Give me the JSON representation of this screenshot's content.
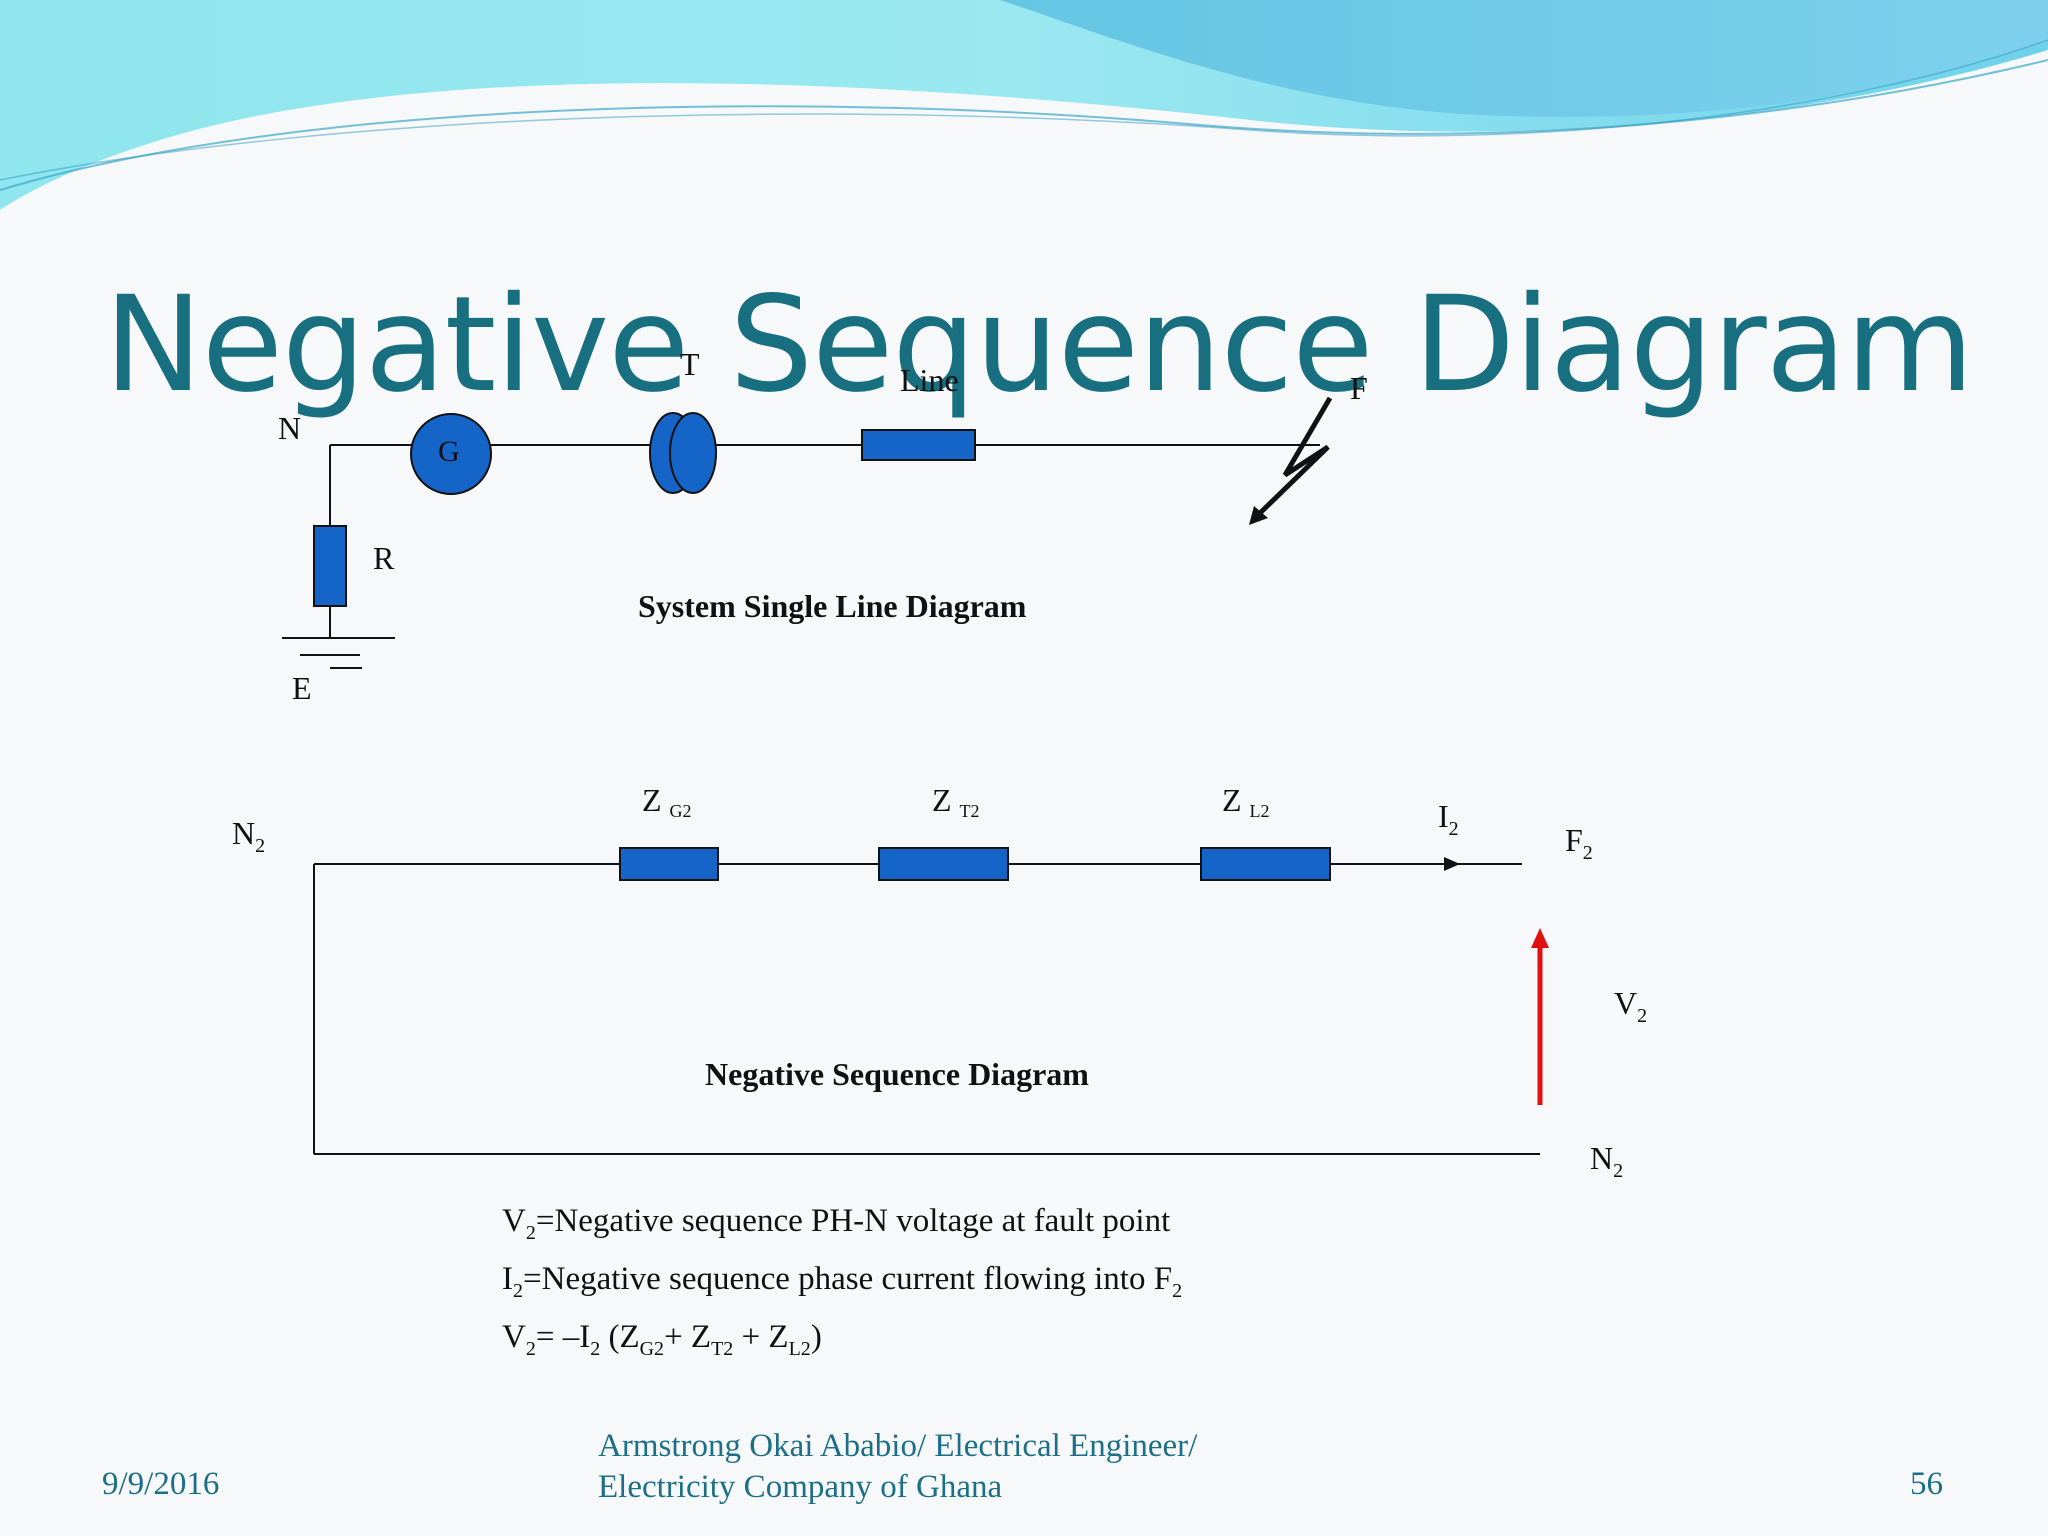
{
  "slide": {
    "title": "Negative Sequence Diagram",
    "date": "9/9/2016",
    "author_line1": "Armstrong Okai Ababio/  Electrical Engineer/",
    "author_line2": "Electricity Company of Ghana",
    "page_number": "56"
  },
  "single_line_diagram": {
    "caption": "System Single Line Diagram",
    "label_N": "N",
    "label_G": "G",
    "label_T": "T",
    "label_line": "Line",
    "label_F": "F",
    "label_R": "R",
    "label_E": "E"
  },
  "negative_sequence_diagram": {
    "caption": "Negative Sequence Diagram",
    "node_left": {
      "base": "N",
      "sub": "2"
    },
    "node_fault": {
      "base": "F",
      "sub": "2"
    },
    "node_bottom": {
      "base": "N",
      "sub": "2"
    },
    "current": {
      "base": "I",
      "sub": "2"
    },
    "voltage": {
      "base": "V",
      "sub": "2"
    },
    "impedances": [
      {
        "base": "Z",
        "sub": "G2"
      },
      {
        "base": "Z",
        "sub": "T2"
      },
      {
        "base": "Z",
        "sub": "L2"
      }
    ]
  },
  "definitions": {
    "v2_base": "V",
    "v2_sub": "2",
    "v2_text": "=Negative sequence PH-N voltage at fault point",
    "i2_base": "I",
    "i2_sub": "2",
    "i2_text": "=Negative sequence phase current flowing into F",
    "i2_tail_sub": "2",
    "eq_v": "V",
    "eq_v_sub": "2",
    "eq_mid": "= –I",
    "eq_i_sub": "2",
    "eq_open": " (Z",
    "eq_zg_sub": "G2",
    "eq_plus1": "+ Z",
    "eq_zt_sub": "T2",
    "eq_plus2": " + Z",
    "eq_zl_sub": "L2",
    "eq_close": ")"
  },
  "colors": {
    "title": "#176f80",
    "component_fill": "#1565c8",
    "arrow_red": "#e01010",
    "footer": "#1b6f86"
  }
}
